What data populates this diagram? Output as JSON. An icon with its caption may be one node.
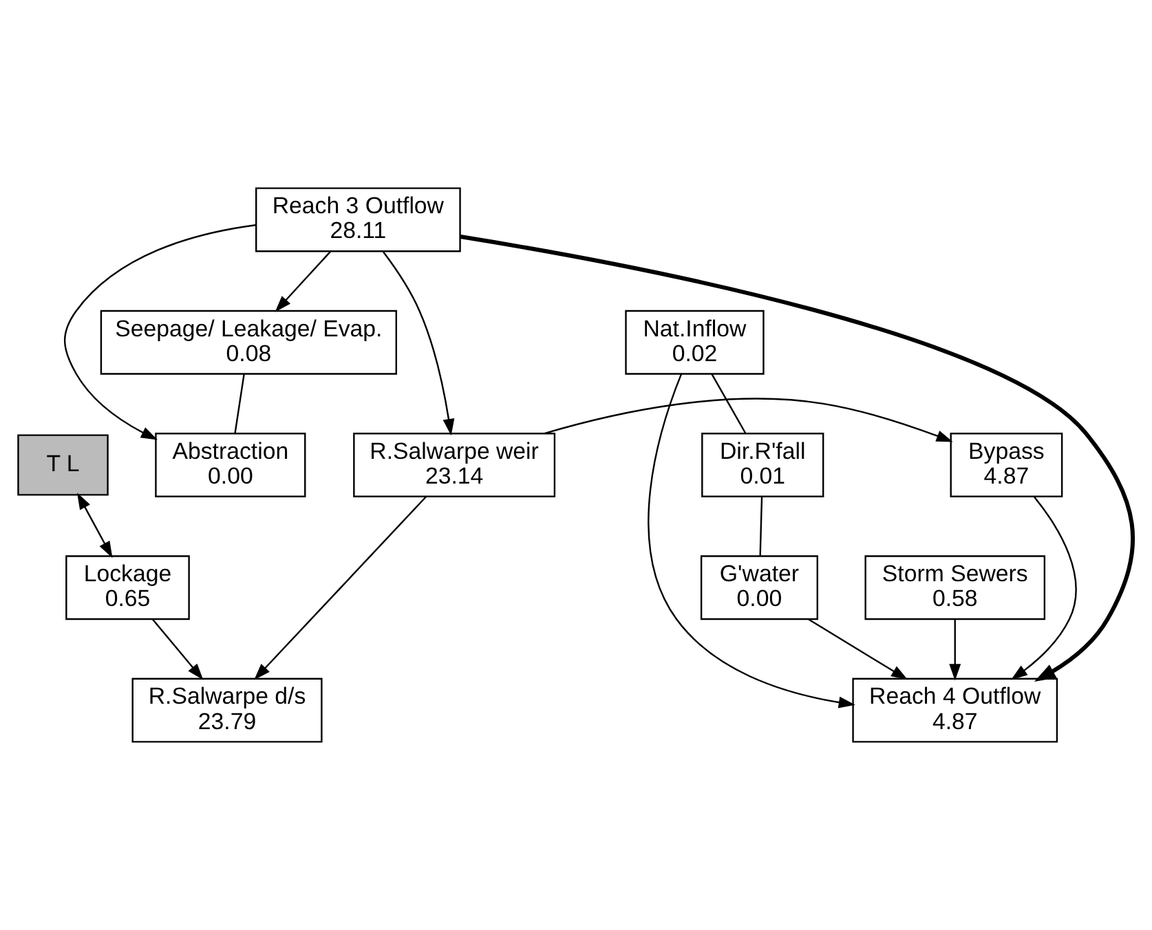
{
  "diagram": {
    "nodes": [
      {
        "text": [
          "Reach 3 Outflow",
          "28.11"
        ]
      },
      {
        "text": [
          "Nat.Inflow",
          "0.02"
        ]
      },
      {
        "text": [
          "Seepage/ Leakage/ Evap.",
          "0.08"
        ]
      },
      {
        "text": [
          "Dir.R'fall",
          "0.01"
        ]
      },
      {
        "text": [
          "G'water",
          "0.00"
        ]
      },
      {
        "text": [
          "Abstraction",
          "0.00"
        ]
      },
      {
        "text": [
          "Storm Sewers",
          "0.58"
        ]
      },
      {
        "text": [
          "R.Salwarpe weir",
          "23.14"
        ]
      },
      {
        "text": [
          "Bypass",
          "4.87"
        ]
      },
      {
        "text": [
          "T L"
        ]
      },
      {
        "text": [
          "Lockage",
          "0.65"
        ]
      },
      {
        "text": [
          "Reach 4 Outflow",
          "4.87"
        ]
      },
      {
        "text": [
          "R.Salwarpe d/s",
          "23.79"
        ]
      }
    ],
    "edges": [
      {
        "from": 0,
        "to": 11,
        "arrow": "to",
        "style": "thick"
      },
      {
        "from": 1,
        "to": 11,
        "arrow": "to"
      },
      {
        "from": 0,
        "to": 2,
        "arrow": "to"
      },
      {
        "from": 1,
        "to": 3,
        "arrow": "none"
      },
      {
        "from": 3,
        "to": 4,
        "arrow": "none"
      },
      {
        "from": 4,
        "to": 11,
        "arrow": "to"
      },
      {
        "from": 2,
        "to": 5,
        "arrow": "none"
      },
      {
        "from": 0,
        "to": 5,
        "arrow": "to"
      },
      {
        "from": 6,
        "to": 11,
        "arrow": "to"
      },
      {
        "from": 0,
        "to": 7,
        "arrow": "to"
      },
      {
        "from": 7,
        "to": 8,
        "arrow": "to"
      },
      {
        "from": 8,
        "to": 11,
        "arrow": "to"
      },
      {
        "from": 9,
        "to": 10,
        "arrow": "both"
      },
      {
        "from": 10,
        "to": 12,
        "arrow": "to"
      },
      {
        "from": 7,
        "to": 12,
        "arrow": "to"
      }
    ]
  }
}
